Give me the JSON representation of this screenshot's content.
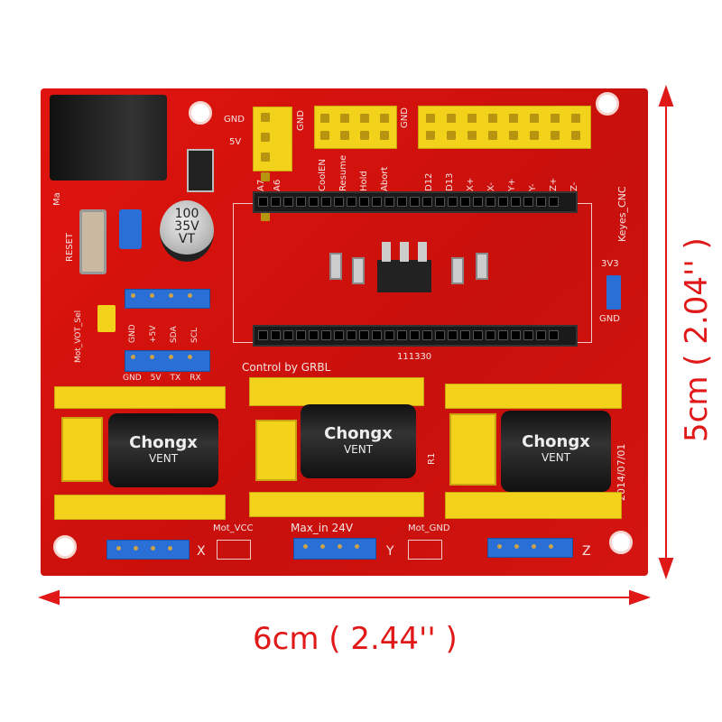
{
  "board": {
    "name": "Keyes_CNC",
    "labels": {
      "gnd_top": "GND",
      "v5": "5V",
      "gnd_a": "GND",
      "gnd_b": "GND",
      "a7": "A7",
      "a6": "A6",
      "ctrl_pins": [
        "CoolEN",
        "Resume",
        "Hold",
        "Abort"
      ],
      "axis_pins": [
        "D12",
        "D13",
        "X+",
        "X-",
        "Y+",
        "Y-",
        "Z+",
        "Z-"
      ],
      "reset": "RESET",
      "mot_vot_sel": "Mot_VOT_Sel",
      "i2c": [
        "GND",
        "+5V",
        "SDA",
        "SCL"
      ],
      "uart": [
        "GND",
        "5V",
        "TX",
        "RX"
      ],
      "control_by": "Control by GRBL",
      "code": "111330",
      "date": "2014/07/01",
      "v33": "3V3",
      "gnd_right": "GND",
      "r1": "R1",
      "mot_vcc": "Mot_VCC",
      "max_in": "Max_in 24V",
      "mot_gnd": "Mot_GND",
      "x": "X",
      "y": "Y",
      "z": "Z",
      "ma": "Ma"
    },
    "capacitor_small": [
      "100",
      "35V",
      "VT"
    ],
    "capacitor_big": {
      "brand": "Chongx",
      "model": "VENT"
    }
  },
  "dimensions": {
    "width": "6cm ( 2.44'' )",
    "height": "5cm ( 2.04'' )"
  },
  "colors": {
    "board": "#d8140f",
    "dim": "#e01818",
    "header": "#f3d21c",
    "blue": "#2a6fd6"
  }
}
